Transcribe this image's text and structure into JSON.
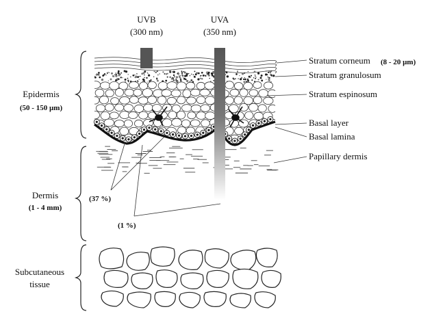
{
  "beams": {
    "uvb": {
      "name": "UVB",
      "wavelength": "(300 nm)"
    },
    "uva": {
      "name": "UVA",
      "wavelength": "(350 nm)"
    }
  },
  "layers_right": {
    "stratum_corneum": "Stratum corneum",
    "stratum_corneum_thickness": "(8 - 20 µm)",
    "stratum_granulosum": "Stratum granulosum",
    "stratum_espinosum": "Stratum espinosum",
    "basal_layer": "Basal layer",
    "basal_lamina": "Basal lamina",
    "papillary_dermis": "Papillary dermis"
  },
  "regions_left": {
    "epidermis": "Epidermis",
    "epidermis_thickness": "(50 - 150 µm)",
    "dermis": "Dermis",
    "dermis_thickness": "(1 - 4 mm)",
    "subcutaneous_line1": "Subcutaneous",
    "subcutaneous_line2": "tissue"
  },
  "percentages": {
    "uvb_reach": "(37 %)",
    "uva_reach": "(1 %)"
  }
}
